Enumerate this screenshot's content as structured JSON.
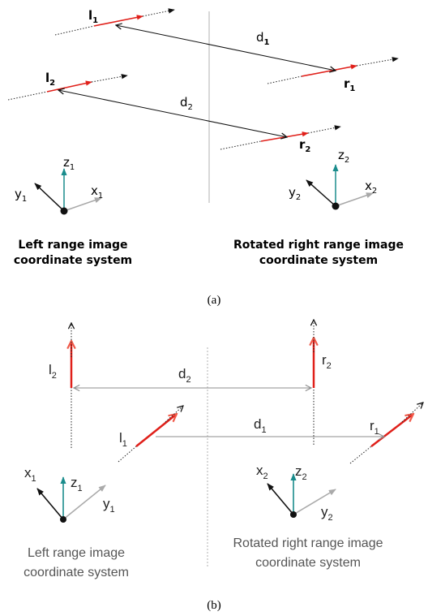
{
  "panel_a": {
    "caption": "(a)",
    "line_l1": "l",
    "line_l1_sub": "1",
    "line_l2": "l",
    "line_l2_sub": "2",
    "line_r1": "r",
    "line_r1_sub": "1",
    "line_r2": "r",
    "line_r2_sub": "2",
    "dist_d1": "d",
    "dist_d1_sub": "1",
    "dist_d2": "d",
    "dist_d2_sub": "2",
    "left_axes": {
      "z": "z",
      "z_sub": "1",
      "y": "y",
      "y_sub": "1",
      "x": "x",
      "x_sub": "1"
    },
    "right_axes": {
      "z": "z",
      "z_sub": "2",
      "y": "y",
      "y_sub": "2",
      "x": "x",
      "x_sub": "2"
    },
    "left_caption_line1": "Left range image",
    "left_caption_line2": "coordinate system",
    "right_caption_line1": "Rotated right range image",
    "right_caption_line2": "coordinate system"
  },
  "panel_b": {
    "caption": "(b)",
    "line_l1": "l",
    "line_l1_sub": "1",
    "line_l2": "l",
    "line_l2_sub": "2",
    "line_r1": "r",
    "line_r1_sub": "1",
    "line_r2": "r",
    "line_r2_sub": "2",
    "dist_d1": "d",
    "dist_d1_sub": "1",
    "dist_d2": "d",
    "dist_d2_sub": "2",
    "left_axes": {
      "x": "x",
      "x_sub": "1",
      "z": "z",
      "z_sub": "1",
      "y": "y",
      "y_sub": "1"
    },
    "right_axes": {
      "x": "x",
      "x_sub": "2",
      "z": "z",
      "z_sub": "2",
      "y": "y",
      "y_sub": "2"
    },
    "left_caption_line1": "Left range image",
    "left_caption_line2": "coordinate system",
    "right_caption_line1": "Rotated right range image",
    "right_caption_line2": "coordinate system"
  },
  "colors": {
    "line_red": "#e0201a",
    "axis_teal": "#1a8c8c",
    "axis_gray": "#a8a8a8",
    "axis_black": "#111111",
    "divider": "#b0b0b0",
    "dist_b": "#8c8c8c"
  }
}
